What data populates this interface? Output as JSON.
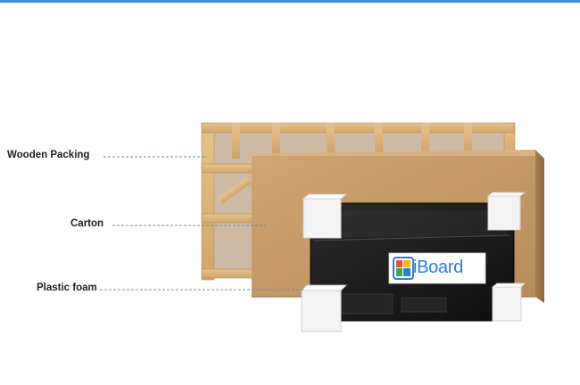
{
  "labels": {
    "wooden_packing": "Wooden Packing",
    "carton": "Carton",
    "plastic_foam": "Plastic foam"
  },
  "logo": {
    "text": "iBoard",
    "icon": "iboard-logo-icon"
  },
  "colors": {
    "accent_line": "#3b8fd6",
    "wood": "#d9b47a",
    "carton": "#c49a68",
    "foam": "#f2f2f2",
    "screen": "#1c1c1c",
    "leader": "#6b8db3"
  }
}
